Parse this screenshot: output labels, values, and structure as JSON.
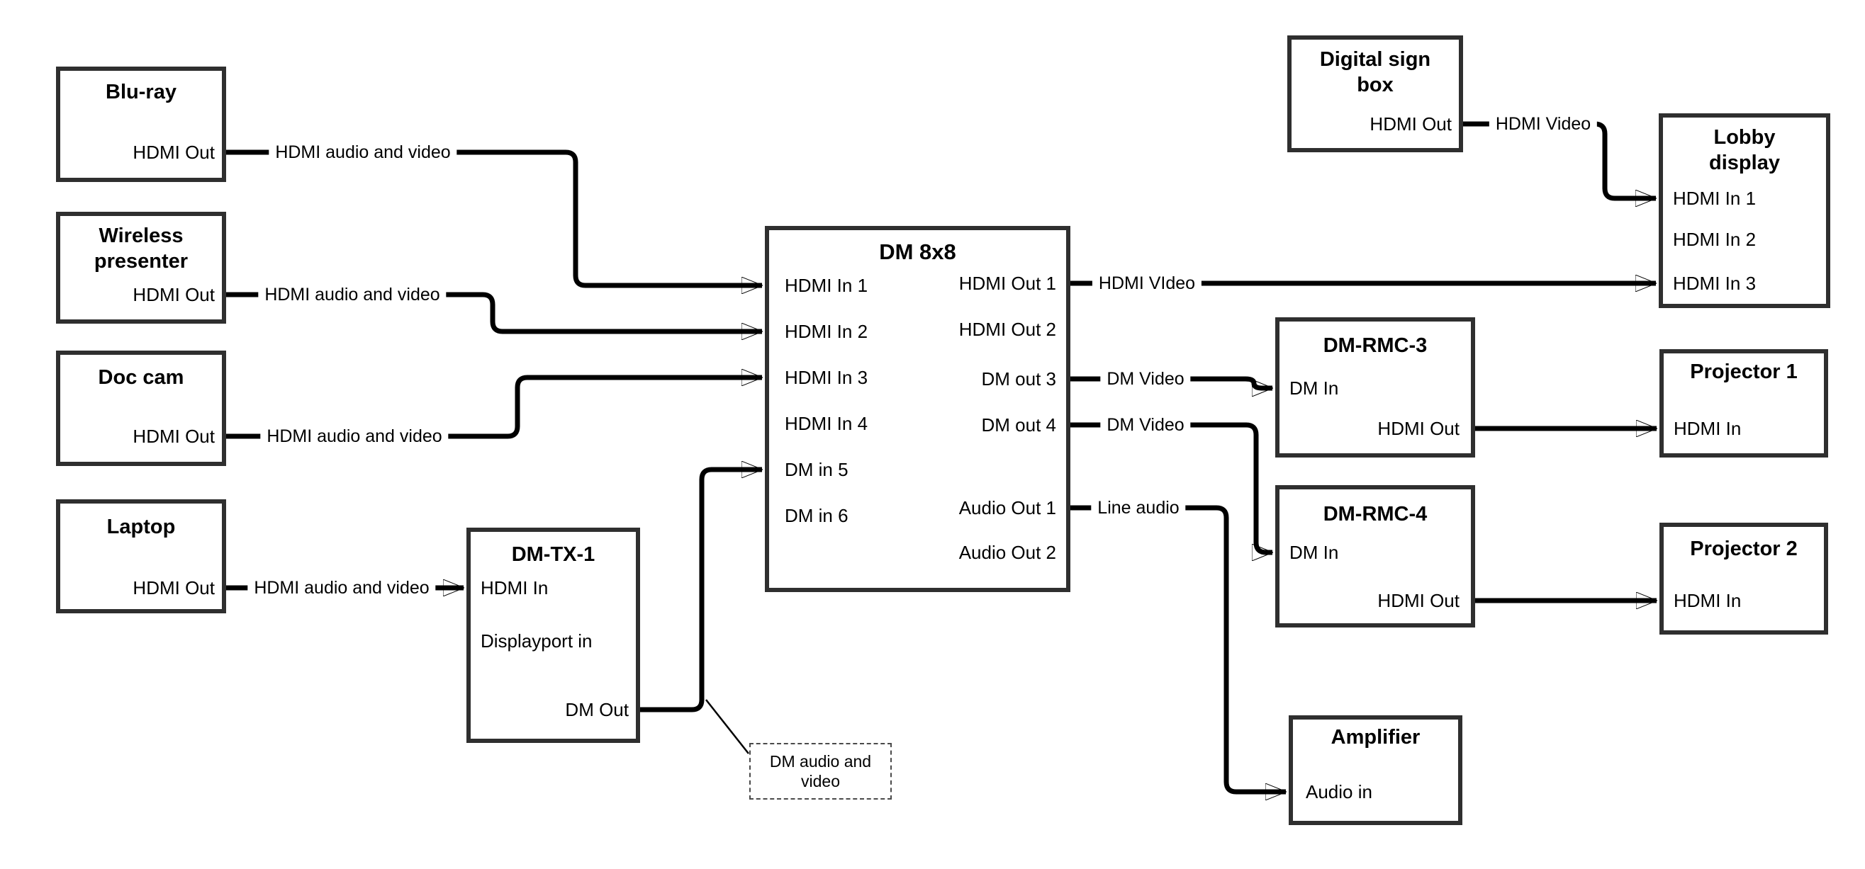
{
  "colors": {
    "line": "#000000",
    "box_border": "#2f2f2f",
    "text": "#000000",
    "background": "#ffffff"
  },
  "nodes": {
    "bluray": {
      "title": "Blu-ray",
      "port_hdmi_out": "HDMI Out"
    },
    "wireless_presenter": {
      "title": "Wireless presenter",
      "port_hdmi_out": "HDMI Out"
    },
    "doc_cam": {
      "title": "Doc cam",
      "port_hdmi_out": "HDMI Out"
    },
    "laptop": {
      "title": "Laptop",
      "port_hdmi_out": "HDMI Out"
    },
    "dm_tx_1": {
      "title": "DM-TX-1",
      "port_hdmi_in": "HDMI In",
      "port_displayport_in": "Displayport in",
      "port_dm_out": "DM Out"
    },
    "dm_8x8": {
      "title": "DM 8x8",
      "inputs": [
        "HDMI In 1",
        "HDMI In 2",
        "HDMI In 3",
        "HDMI In 4",
        "DM in 5",
        "DM in 6"
      ],
      "outputs": [
        "HDMI Out 1",
        "HDMI Out 2",
        "DM out 3",
        "DM out 4",
        "Audio Out 1",
        "Audio Out 2"
      ]
    },
    "digital_sign_box": {
      "title": "Digital sign box",
      "port_hdmi_out": "HDMI Out"
    },
    "lobby_display": {
      "title": "Lobby display",
      "ports": [
        "HDMI In 1",
        "HDMI In 2",
        "HDMI In 3"
      ]
    },
    "dm_rmc_3": {
      "title": "DM-RMC-3",
      "port_dm_in": "DM In",
      "port_hdmi_out": "HDMI Out"
    },
    "projector_1": {
      "title": "Projector 1",
      "port_hdmi_in": "HDMI In"
    },
    "dm_rmc_4": {
      "title": "DM-RMC-4",
      "port_dm_in": "DM In",
      "port_hdmi_out": "HDMI Out"
    },
    "projector_2": {
      "title": "Projector 2",
      "port_hdmi_in": "HDMI In"
    },
    "amplifier": {
      "title": "Amplifier",
      "port_audio_in": "Audio in"
    }
  },
  "edge_labels": {
    "bluray_to_dm8x8": "HDMI audio and video",
    "wireless_to_dm8x8": "HDMI audio and video",
    "doccam_to_dm8x8": "HDMI audio and video",
    "laptop_to_dmtx1": "HDMI audio and video",
    "dm8x8_hdmi_out1_to_lobby": "HDMI VIdeo",
    "digital_sign_to_lobby": "HDMI Video",
    "dm8x8_dm_out3_to_rmc3": "DM Video",
    "dm8x8_dm_out4_to_rmc4": "DM Video",
    "dm8x8_audio_out1_to_amplifier": "Line audio"
  },
  "annotation": {
    "dm_audio_video": "DM audio and video"
  }
}
